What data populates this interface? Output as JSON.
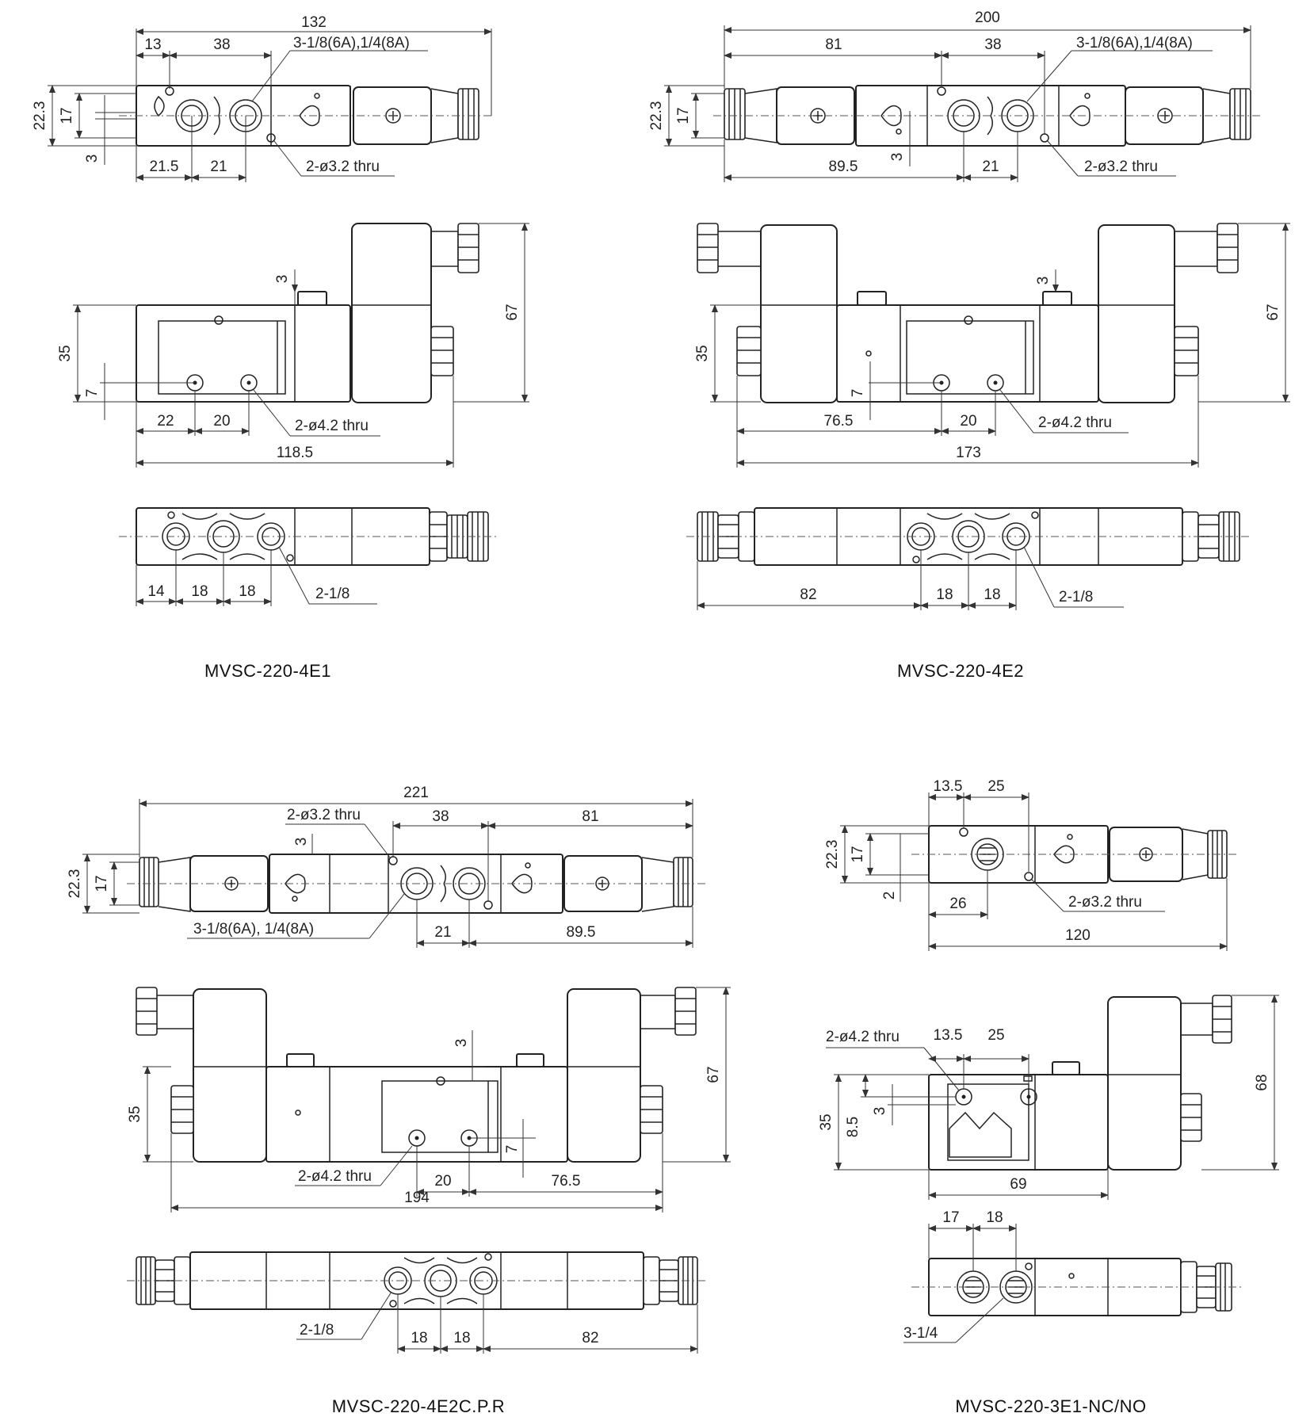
{
  "diagrams": [
    {
      "id": "4e1",
      "title": "MVSC-220-4E1",
      "top": {
        "overall": "132",
        "d13": "13",
        "d38": "38",
        "port": "3-1/8(6A),1/4(8A)",
        "h22_3": "22.3",
        "h17": "17",
        "h3": "3",
        "d21_5": "21.5",
        "d21": "21",
        "hole": "2-ø3.2 thru"
      },
      "side": {
        "h3": "3",
        "h35": "35",
        "h67": "67",
        "h7": "7",
        "d22": "22",
        "d20": "20",
        "hole": "2-ø4.2 thru",
        "overall": "118.5"
      },
      "bottom": {
        "d14": "14",
        "d18a": "18",
        "d18b": "18",
        "port": "2-1/8"
      }
    },
    {
      "id": "4e2",
      "title": "MVSC-220-4E2",
      "top": {
        "overall": "200",
        "d81": "81",
        "d38": "38",
        "port": "3-1/8(6A),1/4(8A)",
        "h22_3": "22.3",
        "h17": "17",
        "h3": "3",
        "d89_5": "89.5",
        "d21": "21",
        "hole": "2-ø3.2 thru"
      },
      "side": {
        "h3": "3",
        "h35": "35",
        "h67": "67",
        "h7": "7",
        "d76_5": "76.5",
        "d20": "20",
        "hole": "2-ø4.2 thru",
        "overall": "173"
      },
      "bottom": {
        "d82": "82",
        "d18a": "18",
        "d18b": "18",
        "port": "2-1/8"
      }
    },
    {
      "id": "4e2c",
      "title": "MVSC-220-4E2C.P.R",
      "top": {
        "overall": "221",
        "hole": "2-ø3.2 thru",
        "d38": "38",
        "d81": "81",
        "h3": "3",
        "h22_3": "22.3",
        "h17": "17",
        "port": "3-1/8(6A), 1/4(8A)",
        "d21": "21",
        "d89_5": "89.5"
      },
      "side": {
        "h3": "3",
        "h67": "67",
        "h35": "35",
        "h7": "7",
        "hole": "2-ø4.2 thru",
        "d20": "20",
        "d76_5": "76.5",
        "overall": "194"
      },
      "bottom": {
        "port": "2-1/8",
        "d18a": "18",
        "d18b": "18",
        "d82": "82"
      }
    },
    {
      "id": "3e1",
      "title": "MVSC-220-3E1-NC/NO",
      "top": {
        "d13_5": "13.5",
        "d25": "25",
        "h22_3": "22.3",
        "h17": "17",
        "h2": "2",
        "d26": "26",
        "hole": "2-ø3.2 thru",
        "overall": "120"
      },
      "side": {
        "hole": "2-ø4.2 thru",
        "d13_5": "13.5",
        "d25": "25",
        "h35": "35",
        "h8_5": "8.5",
        "h3": "3",
        "h68": "68",
        "d69": "69"
      },
      "bottom": {
        "d17": "17",
        "d18": "18",
        "port": "3-1/4"
      }
    }
  ]
}
